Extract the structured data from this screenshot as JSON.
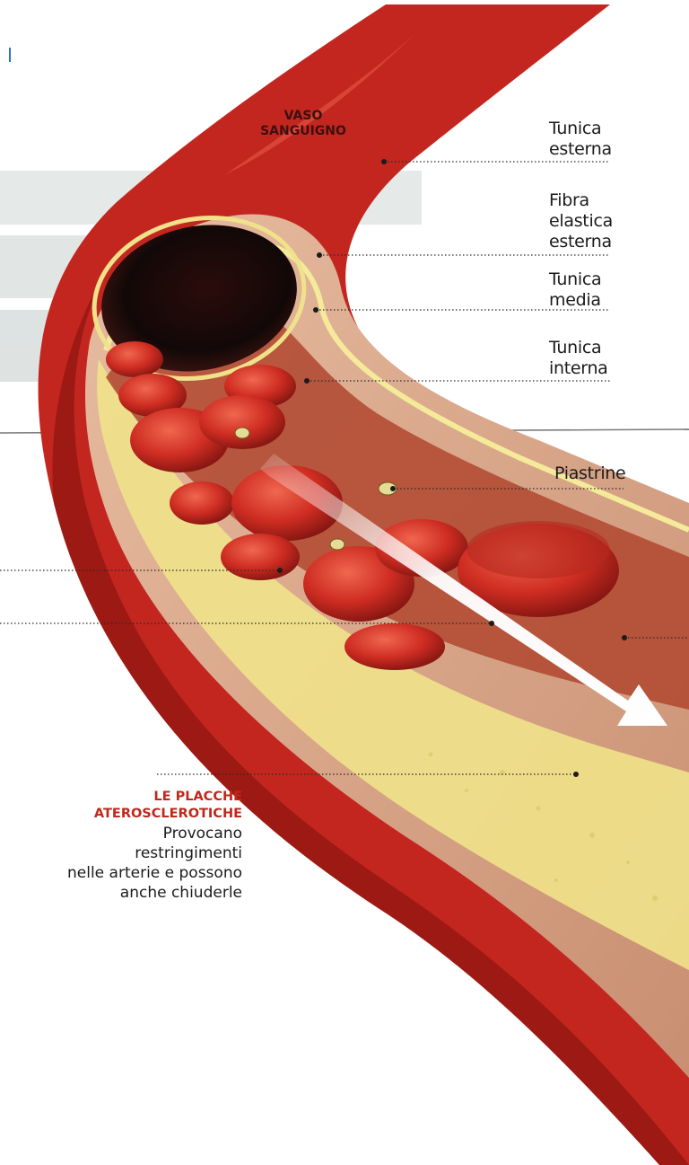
{
  "labels": {
    "vaso_sanguigno": "VASO\nSANGUIGNO",
    "tunica_esterna": "Tunica\nesterna",
    "fibra_elastica_esterna": "Fibra\nelastica\nesterna",
    "tunica_media": "Tunica\nmedia",
    "tunica_interna": "Tunica\ninterna",
    "piastrine": "Piastrine"
  },
  "plaque": {
    "title": "LE PLACCHE\nATEROSCLEROTICHE",
    "description": "Provocano\nrestringimenti\nnelle arterie e possono\nanche chiuderle"
  },
  "colors": {
    "vessel_outer": "#c3261f",
    "vessel_dark": "#8f1512",
    "tissue": "#d9a989",
    "plaque_yellow": "#efe28a",
    "blood_cell": "#cf2d22",
    "lumen": "#120808",
    "plaque_title": "#c0281c"
  }
}
